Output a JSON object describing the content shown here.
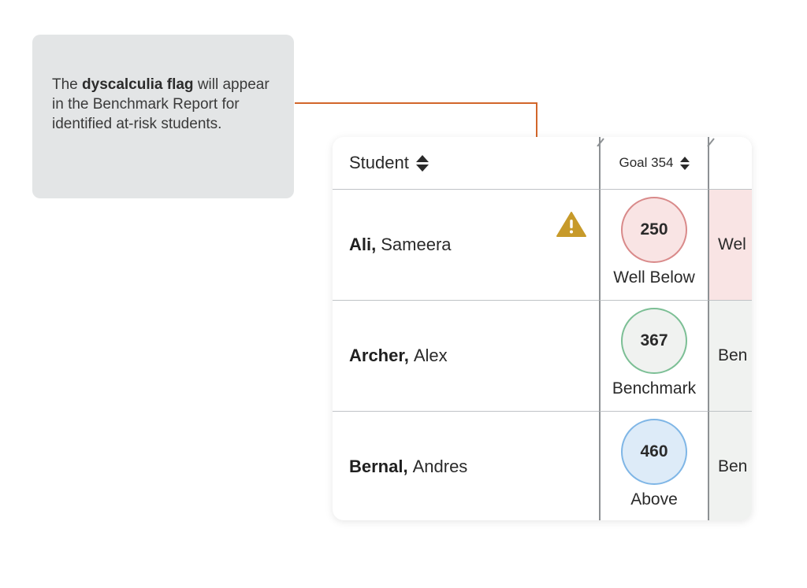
{
  "callout": {
    "text_before": "The ",
    "bold": "dyscalculia flag",
    "text_after": " will appear in the Benchmark Report for identified at-risk students."
  },
  "table": {
    "student_header": "Student",
    "goal_header": "Goal 354",
    "rows": [
      {
        "last": "Ali,",
        "first": "Sameera",
        "score": "250",
        "level": "Well Below",
        "next_label": "Wel",
        "flag": true
      },
      {
        "last": "Archer,",
        "first": "Alex",
        "score": "367",
        "level": "Benchmark",
        "next_label": "Ben"
      },
      {
        "last": "Bernal,",
        "first": "Andres",
        "score": "460",
        "level": "Above",
        "next_label": "Ben"
      }
    ]
  },
  "colors": {
    "well_below_fill": "#f9e4e4",
    "well_below_border": "#d98a8a",
    "benchmark_fill": "#f0f2f0",
    "benchmark_border": "#7cbf95",
    "above_fill": "#ddebf8",
    "above_border": "#7fb6e6",
    "connector": "#d2662a",
    "flag": "#c79a2a"
  },
  "icons": {
    "flag": "warning-triangle-icon",
    "sort": "sort-arrows-icon"
  }
}
